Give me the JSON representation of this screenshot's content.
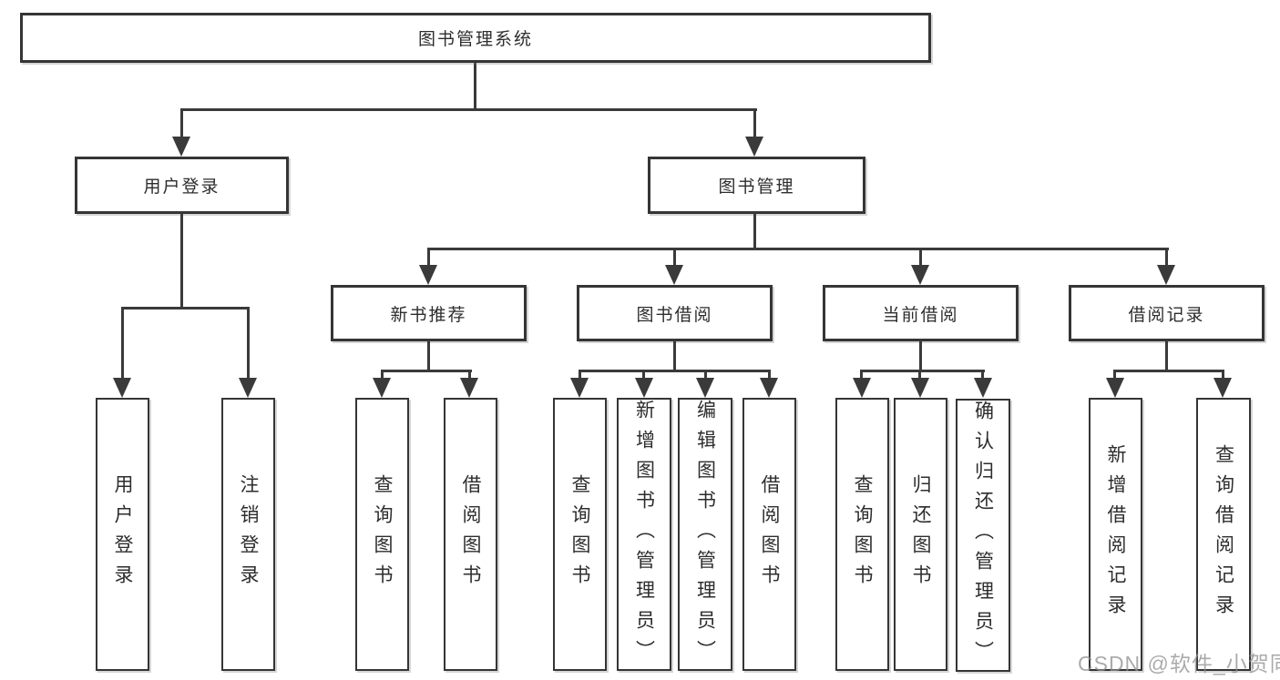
{
  "title": {
    "label": "图书管理系统"
  },
  "level2": {
    "user_login": "用户登录",
    "book_management": "图书管理"
  },
  "level3": {
    "new_book_recommend": "新书推荐",
    "book_borrow": "图书借阅",
    "current_borrow": "当前借阅",
    "borrow_records": "借阅记录"
  },
  "leaves": {
    "user": [
      "用户登录",
      "注销登录"
    ],
    "recommend": [
      "查询图书",
      "借阅图书"
    ],
    "borrow": [
      "查询图书",
      "新增图书（管理员）",
      "编辑图书（管理员）",
      "借阅图书"
    ],
    "current": [
      "查询图书",
      "归还图书",
      "确认归还（管理员）"
    ],
    "records": [
      "新增借阅记录",
      "查询借阅记录"
    ]
  },
  "watermark": "CSDN @软件_小贺同学",
  "colors": {
    "line": "#3a3a3a",
    "box_background": "#ffffff",
    "text": "#2d2d2d",
    "watermark": "#8f8f8f"
  }
}
